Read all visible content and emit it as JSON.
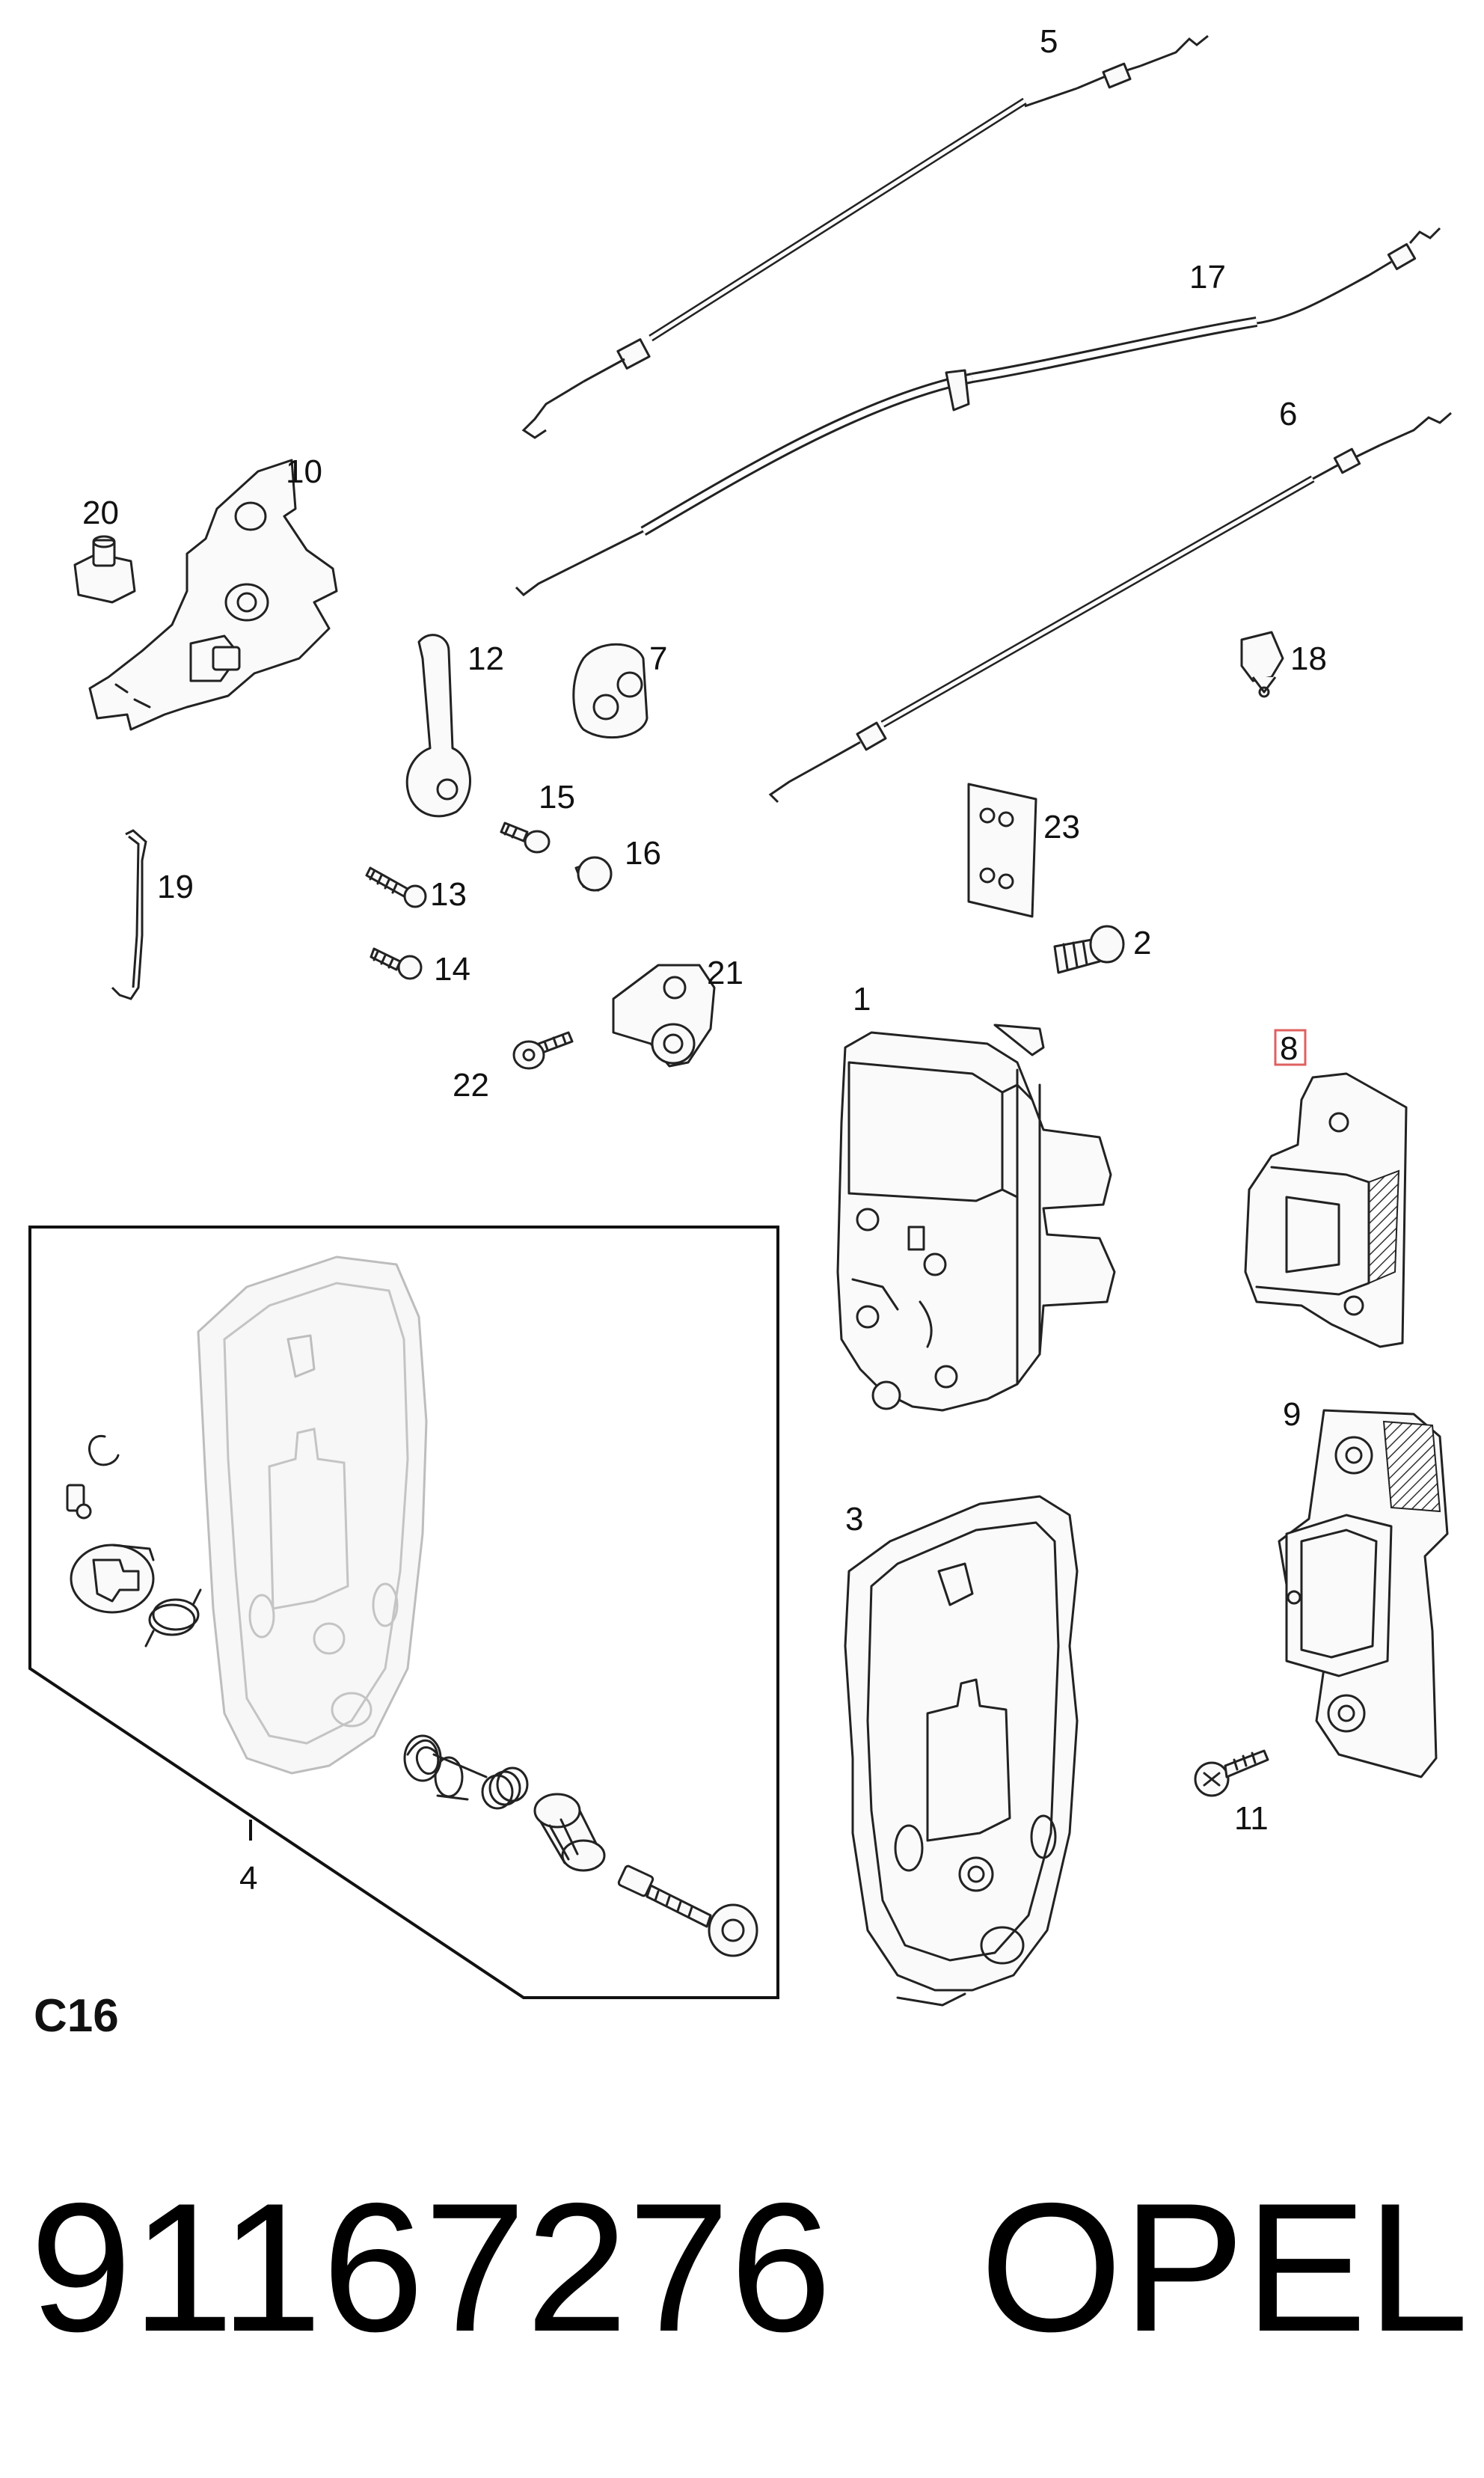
{
  "callouts": {
    "c1": "1",
    "c2": "2",
    "c3": "3",
    "c4": "4",
    "c5": "5",
    "c6": "6",
    "c7": "7",
    "c8": "8",
    "c9": "9",
    "c10": "10",
    "c11": "11",
    "c12": "12",
    "c13": "13",
    "c14": "14",
    "c15": "15",
    "c16": "16",
    "c17": "17",
    "c18": "18",
    "c19": "19",
    "c20": "20",
    "c21": "21",
    "c22": "22",
    "c23": "23"
  },
  "highlighted_callout": "8",
  "highlight_color": "#e06060",
  "section_code": "C16",
  "part_number": "91167276",
  "brand": "OPEL"
}
